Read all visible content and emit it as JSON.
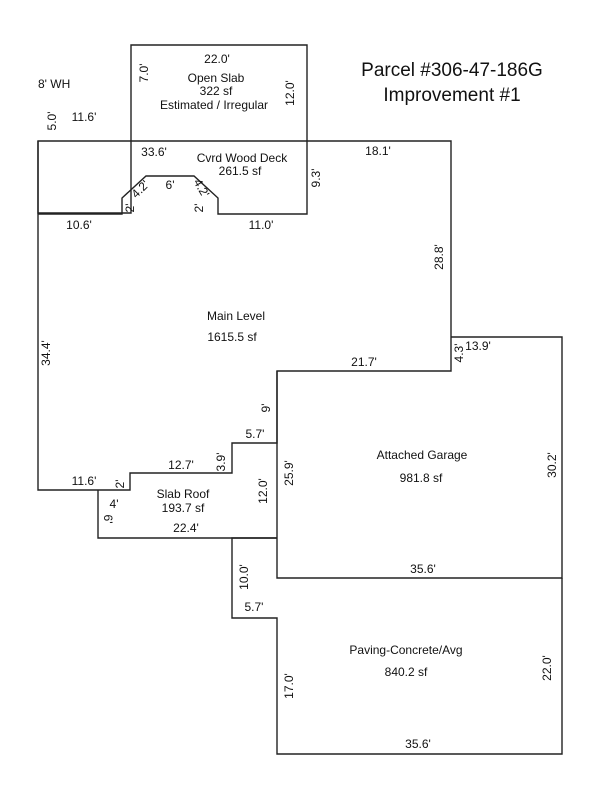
{
  "title": {
    "parcel": "Parcel #306-47-186G",
    "improvement": "Improvement #1"
  },
  "areas": {
    "open_slab": {
      "name": "Open Slab",
      "area": "322 sf",
      "note": "Estimated / Irregular"
    },
    "deck": {
      "name": "Cvrd Wood Deck",
      "area": "261.5 sf"
    },
    "main": {
      "name": "Main Level",
      "area": "1615.5 sf"
    },
    "garage": {
      "name": "Attached Garage",
      "area": "981.8 sf"
    },
    "slab_roof": {
      "name": "Slab Roof",
      "area": "193.7 sf"
    },
    "paving": {
      "name": "Paving-Concrete/Avg",
      "area": "840.2 sf"
    }
  },
  "labels": {
    "wh": "8' WH",
    "slab_top": "22.0'",
    "slab_left": "7.0'",
    "slab_right": "12.0'",
    "slab_step": "11.6'",
    "slab_step_v": "5.0'",
    "deck_top": "33.6'",
    "deck_top_right": "18.1'",
    "deck_right": "9.3'",
    "deck_bl": "10.6'",
    "deck_br": "11.0'",
    "bay_left_v": "2'",
    "bay_left_d": "4.2'",
    "bay_top": "6'",
    "bay_right_d": "4.2'",
    "bay_right_v": "2'",
    "main_right": "28.8'",
    "main_left": "34.4'",
    "main_step_r": "4.3'",
    "main_bottom_r": "21.7'",
    "garage_top": "13.9'",
    "garage_right": "30.2'",
    "garage_left": "25.9'",
    "garage_bottom": "35.6'",
    "nine": "9'",
    "five7": "5.7'",
    "twelve7": "12.7'",
    "three9": "3.9'",
    "main_bl": "11.6'",
    "two": "2'",
    "four": "4'",
    "six": "6'",
    "slabroof_right": "12.0'",
    "slabroof_bottom": "22.4'",
    "pav_stub": "10.0'",
    "pav_step": "5.7'",
    "pav_left": "17.0'",
    "pav_right": "22.0'",
    "pav_bottom": "35.6'"
  }
}
